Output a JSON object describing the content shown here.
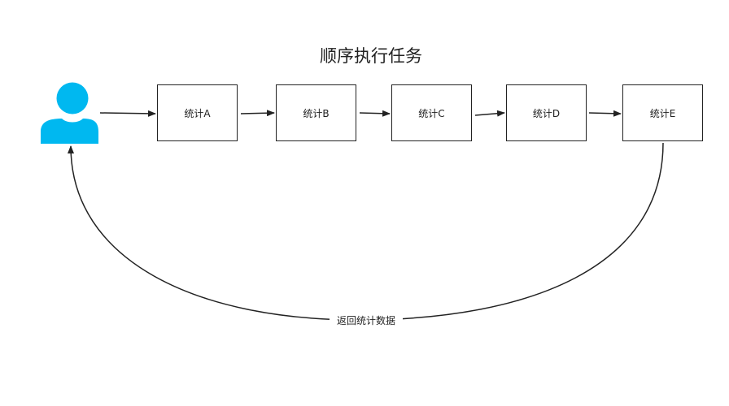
{
  "title": "顺序执行任务",
  "nodes": [
    {
      "id": "a",
      "label": "统计A"
    },
    {
      "id": "b",
      "label": "统计B"
    },
    {
      "id": "c",
      "label": "统计C"
    },
    {
      "id": "d",
      "label": "统计D"
    },
    {
      "id": "e",
      "label": "统计E"
    }
  ],
  "edges": [
    {
      "from": "user",
      "to": "a"
    },
    {
      "from": "a",
      "to": "b"
    },
    {
      "from": "b",
      "to": "c"
    },
    {
      "from": "c",
      "to": "d"
    },
    {
      "from": "d",
      "to": "e"
    },
    {
      "from": "e",
      "to": "user",
      "label": "返回统计数据"
    }
  ],
  "colors": {
    "user_icon": "#00b8f0",
    "stroke": "#222222"
  },
  "icons": {
    "user": "user-icon"
  }
}
